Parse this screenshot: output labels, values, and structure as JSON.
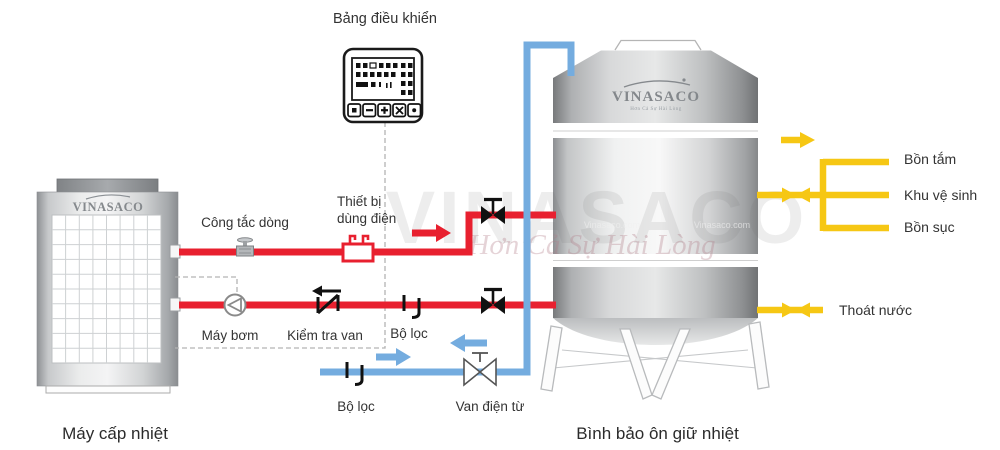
{
  "colors": {
    "hot_pipe_red": "#E8202F",
    "cold_pipe_blue": "#74ACDF",
    "outlet_yellow": "#F6C714",
    "valve_black": "#111111",
    "label_text": "#333333",
    "tank_gray": "#c7c9cb"
  },
  "labels": {
    "control_panel": "Bảng điều khiển",
    "electric_device_line1": "Thiết bị",
    "electric_device_line2": "dùng điện",
    "flow_switch": "Công tắc dòng",
    "pump": "Máy bơm",
    "check_valve": "Kiểm tra van",
    "filter_hot": "Bộ lọc",
    "filter_cold": "Bộ lọc",
    "solenoid_valve": "Van điện từ",
    "bathtub": "Bồn tắm",
    "toilet": "Khu vệ sinh",
    "jacuzzi": "Bồn sục",
    "drain": "Thoát nước",
    "heat_pump_caption": "Máy cấp nhiệt",
    "tank_caption": "Bình bảo ôn giữ nhiệt"
  },
  "branding": {
    "tank_logo": "VINASACO",
    "tank_tagline": "Hơn Cả Sự Hài Lòng",
    "heat_pump_logo": "VINASACO",
    "watermark_text": "VINASACO",
    "watermark_tagline": "Hơn Cả Sự Hài Lòng",
    "watermark_site": "Vinasaco.com"
  }
}
